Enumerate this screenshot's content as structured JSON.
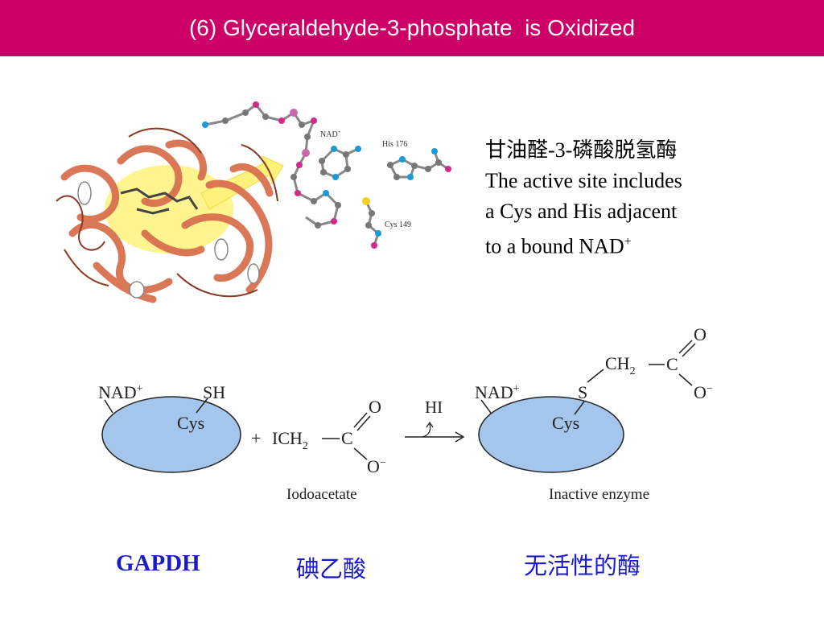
{
  "title": "(6) Glyceraldehyde-3-phosphate  is Oxidized",
  "description": {
    "cn_name": "甘油醛-3-磷酸脱氢酶",
    "line1": "The active site includes",
    "line2": "a Cys and His adjacent",
    "line3": "to a bound NAD",
    "line3_sup": "+"
  },
  "structure_labels": {
    "nad": "NAD",
    "nad_sup": "+",
    "his": "His 176",
    "cys": "Cys 149"
  },
  "reaction": {
    "left_nad": "NAD",
    "left_nad_sup": "+",
    "left_sh": "SH",
    "left_cys": "Cys",
    "plus": "+",
    "reagent_prefix": "ICH",
    "reagent_sub": "2",
    "carbon": "C",
    "oxygen_double": "O",
    "oxygen_neg": "O",
    "oxygen_neg_sup": "−",
    "byproduct": "HI",
    "right_nad": "NAD",
    "right_nad_sup": "+",
    "right_s": "S",
    "right_cys": "Cys",
    "right_ch2": "CH",
    "right_ch2_sub": "2",
    "right_carbon": "C",
    "right_o_double": "O",
    "right_o_neg": "O",
    "right_o_neg_sup": "−",
    "iodoacetate_label": "Iodoacetate",
    "inactive_label": "Inactive enzyme"
  },
  "bottom_labels": {
    "gapdh": "GAPDH",
    "iodoacetate_cn": "碘乙酸",
    "inactive_cn": "无活性的酶"
  },
  "colors": {
    "title_bg": "#cc0066",
    "enzyme_fill": "#a4c5ec",
    "label_blue": "#1a1acc",
    "ribbon": "#d9704f",
    "highlight": "#fff27a"
  }
}
